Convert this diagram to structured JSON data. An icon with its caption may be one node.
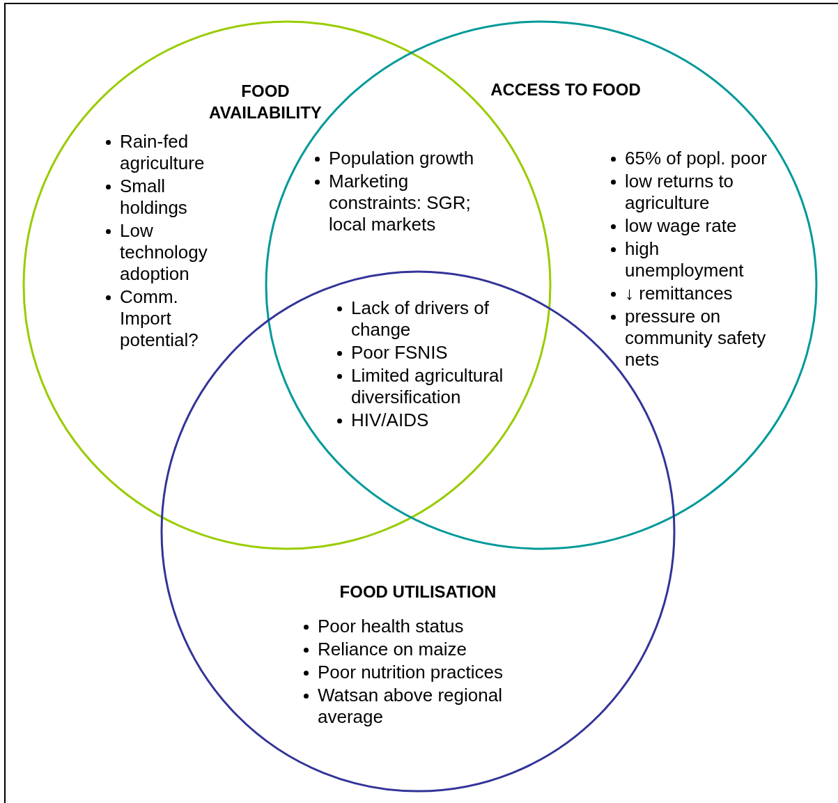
{
  "diagram": {
    "nodes": [
      {
        "text": [
          "FOOD AVAILABILITY",
          "Rain-fed agriculture",
          "Small holdings",
          "Low technology adoption",
          "Comm. Import potential?"
        ]
      },
      {
        "text": [
          "ACCESS TO FOOD",
          "65% of popl. poor",
          "low returns to agriculture",
          "low wage rate",
          "high unemployment",
          "↓ remittances",
          "pressure on community safety nets"
        ]
      },
      {
        "text": [
          "FOOD UTILISATION",
          "Poor health status",
          "Reliance on maize",
          "Poor nutrition practices",
          "Watsan above regional average"
        ]
      }
    ],
    "labels": [
      "Population growth",
      "Marketing constraints: SGR; local markets",
      "Lack of drivers of change",
      "Poor FSNIS",
      "Limited agricultural diversification",
      "HIV/AIDS"
    ]
  }
}
